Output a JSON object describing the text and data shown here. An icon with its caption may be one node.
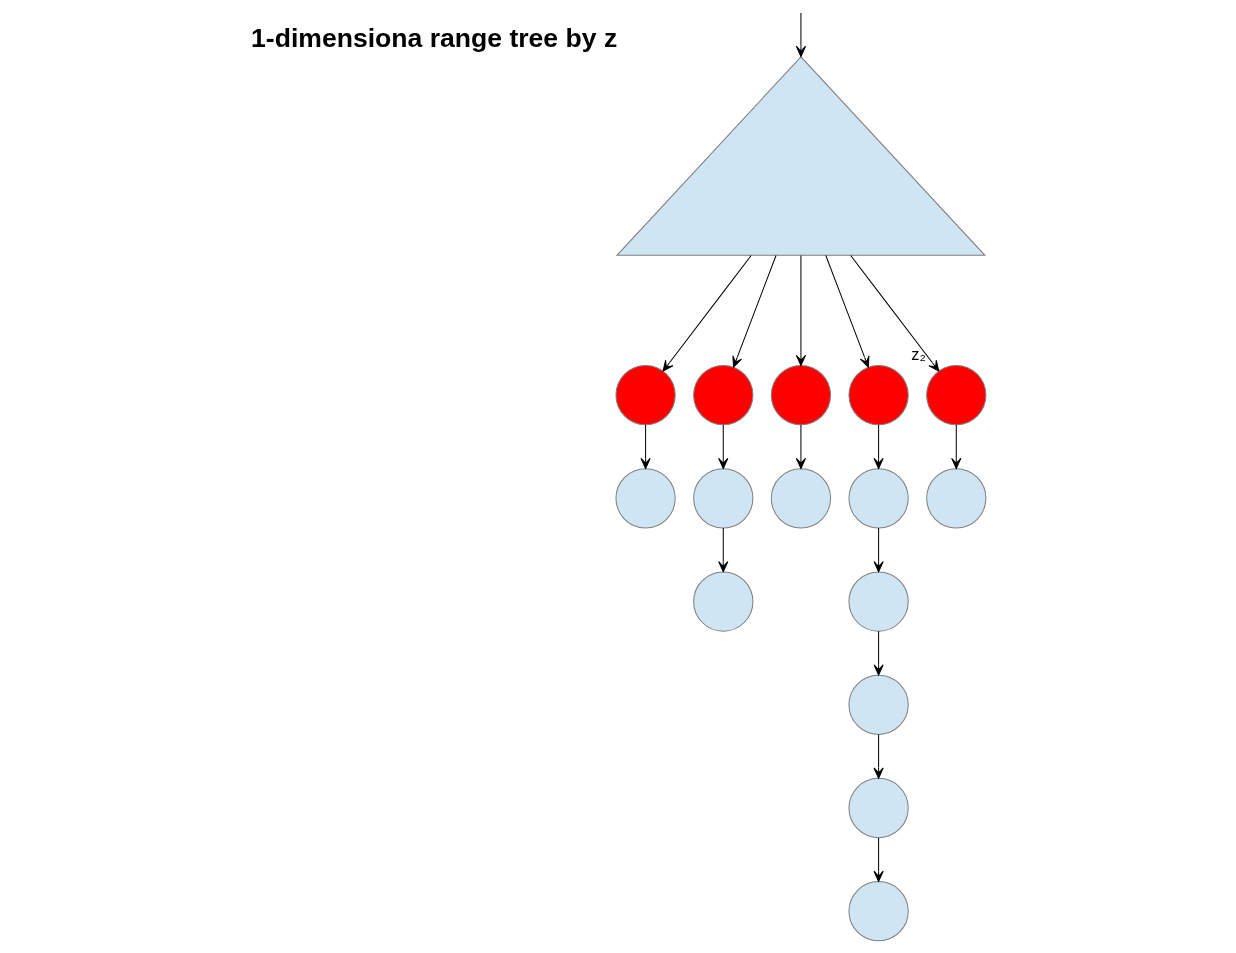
{
  "diagram": {
    "nodes": [
      {
        "text": [],
        "shape": "triangle",
        "beside": [
          "1-dimensiona range tree by z"
        ]
      },
      {
        "text": [],
        "shape": "circle"
      },
      {
        "text": [],
        "shape": "circle"
      },
      {
        "text": [],
        "shape": "circle"
      },
      {
        "text": [],
        "shape": "circle"
      },
      {
        "text": [],
        "shape": "circle",
        "beside": [
          "z₂"
        ]
      },
      {
        "text": [],
        "shape": "circle"
      },
      {
        "text": [],
        "shape": "circle"
      },
      {
        "text": [],
        "shape": "circle"
      },
      {
        "text": [],
        "shape": "circle"
      },
      {
        "text": [],
        "shape": "circle"
      },
      {
        "text": [],
        "shape": "circle"
      },
      {
        "text": [],
        "shape": "circle"
      },
      {
        "text": [],
        "shape": "circle"
      },
      {
        "text": [],
        "shape": "circle"
      },
      {
        "text": [],
        "shape": "circle"
      }
    ],
    "edges": [
      {
        "from": null,
        "to": 0,
        "arrow": "to"
      },
      {
        "from": 0,
        "to": 1,
        "arrow": "to"
      },
      {
        "from": 0,
        "to": 2,
        "arrow": "to"
      },
      {
        "from": 0,
        "to": 3,
        "arrow": "to"
      },
      {
        "from": 0,
        "to": 4,
        "arrow": "to"
      },
      {
        "from": 0,
        "to": 5,
        "arrow": "to"
      },
      {
        "from": 1,
        "to": 6,
        "arrow": "to"
      },
      {
        "from": 2,
        "to": 7,
        "arrow": "to"
      },
      {
        "from": 7,
        "to": 8,
        "arrow": "to"
      },
      {
        "from": 3,
        "to": 9,
        "arrow": "to"
      },
      {
        "from": 4,
        "to": 10,
        "arrow": "to"
      },
      {
        "from": 10,
        "to": 11,
        "arrow": "to"
      },
      {
        "from": 11,
        "to": 12,
        "arrow": "to"
      },
      {
        "from": 12,
        "to": 13,
        "arrow": "to"
      },
      {
        "from": 13,
        "to": 14,
        "arrow": "to"
      },
      {
        "from": 5,
        "to": 15,
        "arrow": "to"
      }
    ]
  }
}
